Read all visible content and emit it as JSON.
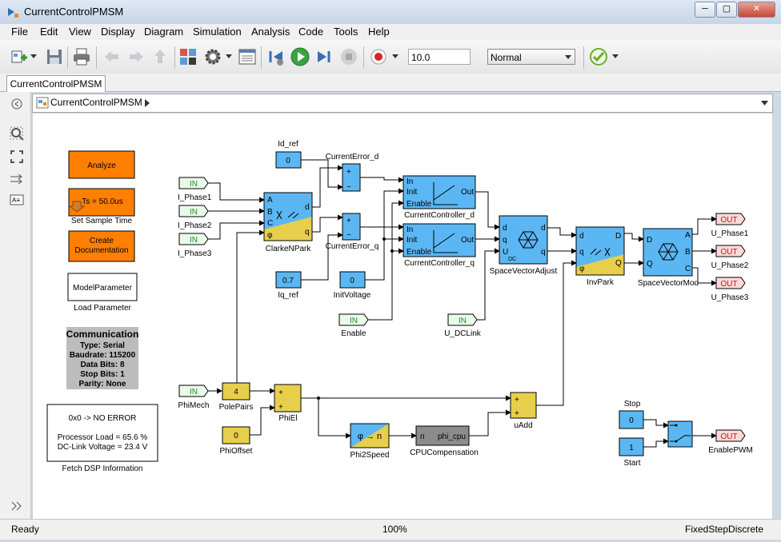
{
  "window": {
    "title": "CurrentControlPMSM",
    "min_glyph": "─",
    "max_glyph": "▢",
    "close_glyph": "✕"
  },
  "menu": [
    "File",
    "Edit",
    "View",
    "Display",
    "Diagram",
    "Simulation",
    "Analysis",
    "Code",
    "Tools",
    "Help"
  ],
  "toolbar": {
    "stop_time": "10.0",
    "sim_mode": "Normal",
    "icons": [
      "new-model-icon",
      "save-icon",
      "print-icon",
      "back-icon",
      "forward-icon",
      "up-icon",
      "library-browser-icon",
      "model-config-icon",
      "model-explorer-icon",
      "step-back-icon",
      "run-icon",
      "step-forward-icon",
      "stop-icon",
      "record-icon",
      "model-advisor-icon"
    ],
    "colors": {
      "run": "#3aa340",
      "record": "#d42525",
      "check": "#6cae2b"
    }
  },
  "tabs": [
    "CurrentControlPMSM"
  ],
  "breadcrumb": "CurrentControlPMSM",
  "status": {
    "left": "Ready",
    "center": "100%",
    "right": "FixedStepDiscrete"
  },
  "colors": {
    "orange_block": "#ff7f00",
    "blue_block": "#5bb7f3",
    "yellow_block": "#e7cf4c",
    "gray_block": "#8c8c8c",
    "green_port": "#e9fbe9",
    "out_port": "#ffd9d9",
    "info_gray": "#bcbcbc"
  },
  "blocks": {
    "analyze": "Analyze",
    "ts_button": "Ts =  50.0us",
    "ts_caption": "Set Sample Time",
    "create_doc": "Create\nDocumentation",
    "model_param": "ModelParameter",
    "load_param": "Load Parameter",
    "comm": {
      "title": "Communication",
      "lines": [
        "Type: Serial",
        "Baudrate: 115200",
        "Data Bits: 8",
        "Stop Bits: 1",
        "Parity: None"
      ]
    },
    "dsp": {
      "lines": [
        "0x0 -> NO ERROR",
        "",
        "Processor Load =  65.6 %",
        "DC-Link Voltage =  23.4 V"
      ],
      "caption": "Fetch DSP Information"
    },
    "inports": {
      "i_phase1": "I_Phase1",
      "i_phase2": "I_Phase2",
      "i_phase3": "I_Phase3",
      "enable": "Enable",
      "u_dclink": "U_DCLink",
      "phimech": "PhiMech",
      "in_text": "IN"
    },
    "outports": {
      "u_phase1": "U_Phase1",
      "u_phase2": "U_Phase2",
      "u_phase3": "U_Phase3",
      "enable_pwm": "EnablePWM",
      "out_text": "OUT"
    },
    "id_ref": {
      "label": "Id_ref",
      "value": "0"
    },
    "iq_ref": {
      "label": "Iq_ref",
      "value": "0.7"
    },
    "init_voltage": {
      "label": "InitVoltage",
      "value": "0"
    },
    "polepairs": {
      "label": "PolePairs",
      "value": "4"
    },
    "phioffset": {
      "label": "PhiOffset",
      "value": "0"
    },
    "stop": {
      "label": "Stop",
      "value": "0"
    },
    "start": {
      "label": "Start",
      "value": "1"
    },
    "current_error_d": "CurrentError_d",
    "current_error_q": "CurrentError_q",
    "clarke": {
      "label": "ClarkeNPark",
      "ports_in": [
        "A",
        "B",
        "C",
        "φ"
      ],
      "ports_out": [
        "d",
        "q"
      ]
    },
    "cc_d": {
      "label": "CurrentController_d",
      "ports_in": [
        "In",
        "Init",
        "Enable"
      ],
      "port_out": "Out"
    },
    "cc_q": {
      "label": "CurrentController_q",
      "ports_in": [
        "In",
        "Init",
        "Enable"
      ],
      "port_out": "Out"
    },
    "sva": {
      "label": "SpaceVectorAdjust",
      "ports_in": [
        "d",
        "q",
        "U"
      ],
      "sub": "DC",
      "ports_out": [
        "d",
        "q"
      ]
    },
    "invpark": {
      "label": "InvPark",
      "ports_in": [
        "d",
        "q",
        "φ"
      ],
      "ports_out": [
        "D",
        "Q"
      ]
    },
    "svm": {
      "label": "SpaceVectorMod",
      "ports_in": [
        "D",
        "Q"
      ],
      "ports_out": [
        "A",
        "B",
        "C"
      ]
    },
    "phiel": "PhiEl",
    "phi2speed": {
      "label": "Phi2Speed",
      "text": "φ → n"
    },
    "cpucomp": {
      "label": "CPUCompensation",
      "in": "n",
      "out": "phi_cpu"
    },
    "uadd": "uAdd",
    "sum_plus": "+",
    "sum_minus": "−"
  }
}
